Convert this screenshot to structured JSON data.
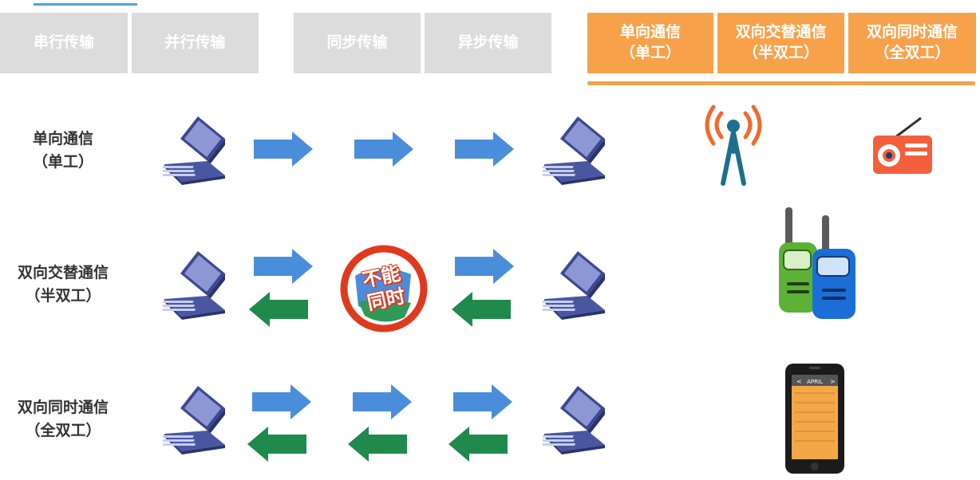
{
  "tabs": {
    "serial": "串行传输",
    "parallel": "并行传输",
    "sync": "同步传输",
    "async": "异步传输",
    "simplex_line1": "单向通信",
    "simplex_line2": "（单工）",
    "half_line1": "双向交替通信",
    "half_line2": "（半双工）",
    "full_line1": "双向同时通信",
    "full_line2": "（全双工）"
  },
  "rows": [
    {
      "line1": "单向通信",
      "line2": "（单工）"
    },
    {
      "line1": "双向交替通信",
      "line2": "（半双工）"
    },
    {
      "line1": "双向同时通信",
      "line2": "（全双工）"
    }
  ],
  "badge": {
    "line1": "不能",
    "line2": "同时"
  },
  "phone": {
    "month": "APRIL",
    "prev": "<",
    "next": ">"
  },
  "colors": {
    "tab_gray": "#dcdcdc",
    "tab_orange": "#f7a24b",
    "arrow_blue": "#4a8ddb",
    "arrow_green": "#1f8a4c",
    "no_sign_red": "#e03a1e"
  }
}
